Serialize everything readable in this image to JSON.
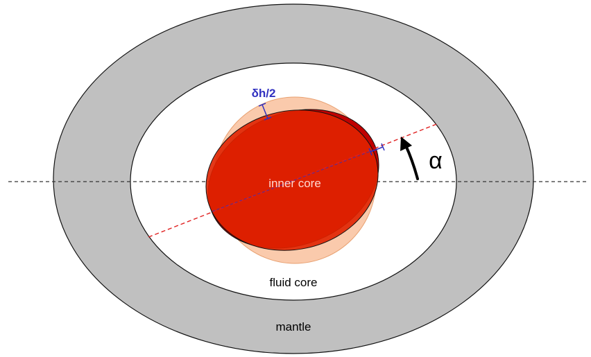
{
  "labels": {
    "mantle": "mantle",
    "fluid_core": "fluid core",
    "inner_core": "inner core",
    "delta": "δh/2",
    "angle": "α"
  },
  "colors": {
    "mantle_fill": "#c0c0c0",
    "fluid_fill": "#ffffff",
    "outline": "#111111",
    "reference_circle": "#f8b890",
    "inner_core_back": "#c00000",
    "inner_core_front": "#e02200",
    "inner_core_label": "#ffd8d0",
    "red_axis": "#e02020",
    "equator_line": "#333333",
    "measure_marker": "#3030c0",
    "arrow": "#000000",
    "text": "#000000"
  }
}
